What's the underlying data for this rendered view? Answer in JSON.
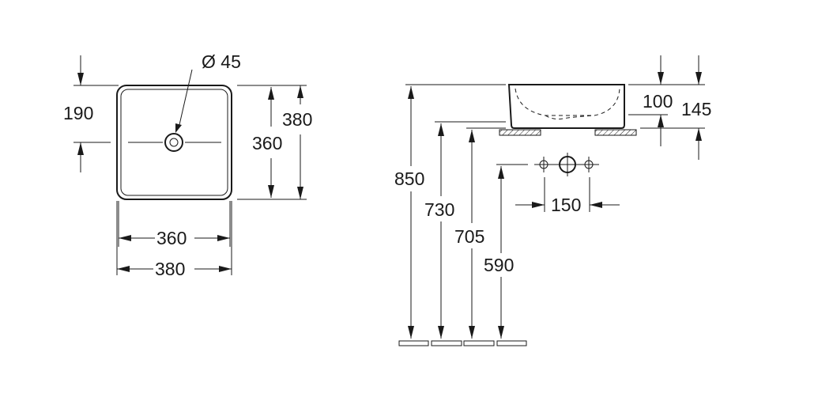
{
  "top_view": {
    "drain_diameter": "Ø 45",
    "drain_offset": "190",
    "inner_depth": "360",
    "outer_depth": "380",
    "inner_width": "360",
    "outer_width": "380"
  },
  "side_view": {
    "bowl_height": "100",
    "total_height": "145",
    "height_850": "850",
    "height_730": "730",
    "height_705": "705",
    "height_590": "590",
    "tap_spacing": "150"
  }
}
